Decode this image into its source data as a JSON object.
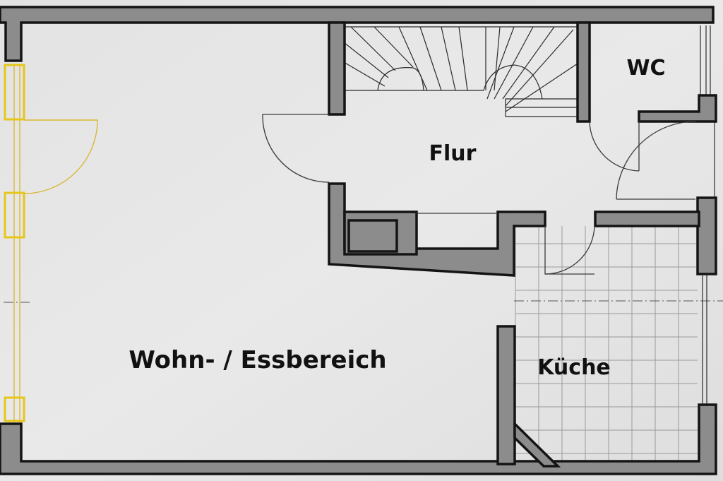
{
  "rooms": {
    "living": "Wohn- / Essbereich",
    "hall": "Flur",
    "wc": "WC",
    "kitchen": "Küche"
  },
  "colors": {
    "wall_fill": "#8c8c8c",
    "wall_outline": "#141414",
    "window_frame": "#e6c619",
    "paper": "#e6e6e6"
  }
}
